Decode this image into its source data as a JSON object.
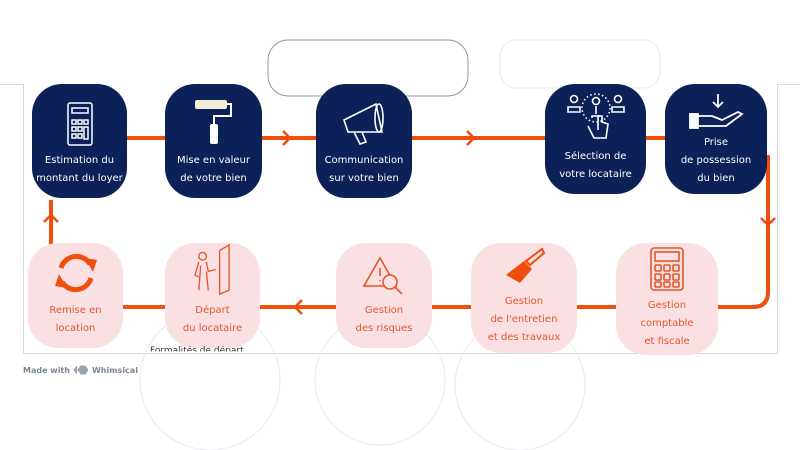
{
  "colors": {
    "accent": "#f04e0c",
    "dark": "#0b2157",
    "pink": "#fbe0e3"
  },
  "top_row": [
    {
      "label": "Estimation du\nmontant du loyer",
      "icon": "calculator-icon"
    },
    {
      "label": "Mise en valeur\nde votre bien",
      "icon": "paint-roller-icon"
    },
    {
      "label": "Communication\nsur votre bien",
      "icon": "megaphone-icon"
    },
    {
      "label": "Sélection de\nvotre locataire",
      "icon": "select-person-icon"
    },
    {
      "label": "Prise\nde possession\ndu bien",
      "icon": "hand-receive-icon"
    }
  ],
  "bottom_row": [
    {
      "label": "Remise en\nlocation",
      "icon": "refresh-icon"
    },
    {
      "label": "Départ\ndu locataire",
      "icon": "exit-door-icon"
    },
    {
      "label": "Gestion\ndes risques",
      "icon": "risk-search-icon"
    },
    {
      "label": "Gestion\nde l'entretien\net des travaux",
      "icon": "paintbrush-icon"
    },
    {
      "label": "Gestion\ncomptable\net fiscale",
      "icon": "calculator-icon"
    }
  ],
  "note": "Formalités de départ",
  "footer": {
    "made_with": "Made with",
    "brand": "Whimsical"
  }
}
